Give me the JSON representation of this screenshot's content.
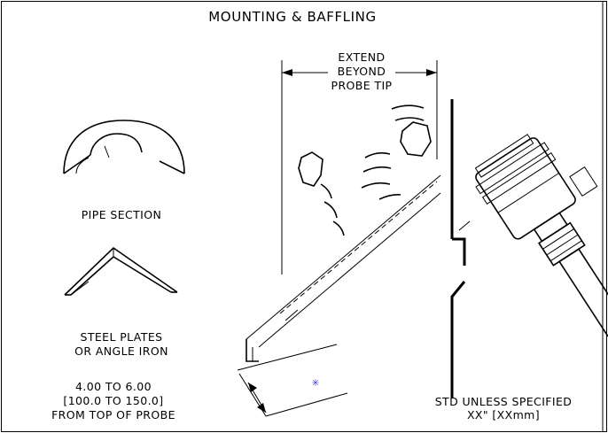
{
  "title": "MOUNTING & BAFFLING",
  "labels": {
    "extend_1": "EXTEND",
    "extend_2": "BEYOND",
    "extend_3": "PROBE TIP",
    "pipe_section": "PIPE SECTION",
    "steel_1": "STEEL PLATES",
    "steel_2": "OR ANGLE IRON",
    "dim_1": "4.00 TO 6.00",
    "dim_2": "[100.0 TO 150.0]",
    "dim_3": "FROM TOP OF PROBE",
    "std_1": "STD UNLESS SPECIFIED",
    "std_2": "XX\" [XXmm]"
  },
  "colors": {
    "ink": "#000000",
    "marker": "#3a3af0",
    "paper": "#ffffff"
  }
}
